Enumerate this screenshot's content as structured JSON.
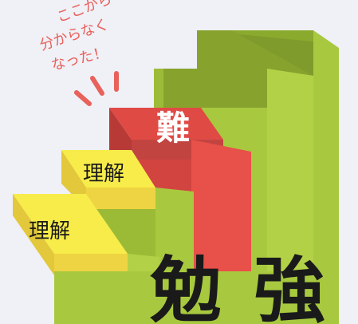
{
  "callout": {
    "lines": [
      "ここから",
      "分からなく",
      "なった！"
    ],
    "color": "#e8615a"
  },
  "steps": {
    "step1_label": "理解",
    "step2_label": "理解",
    "step3_label": "難"
  },
  "caption": {
    "char1": "勉",
    "char2": "強"
  },
  "colors": {
    "background": "#f0f0f7",
    "yellow": "#f7ec4a",
    "green": "#a8c93f",
    "red": "#e04a45",
    "text": "#1a1a1a"
  }
}
